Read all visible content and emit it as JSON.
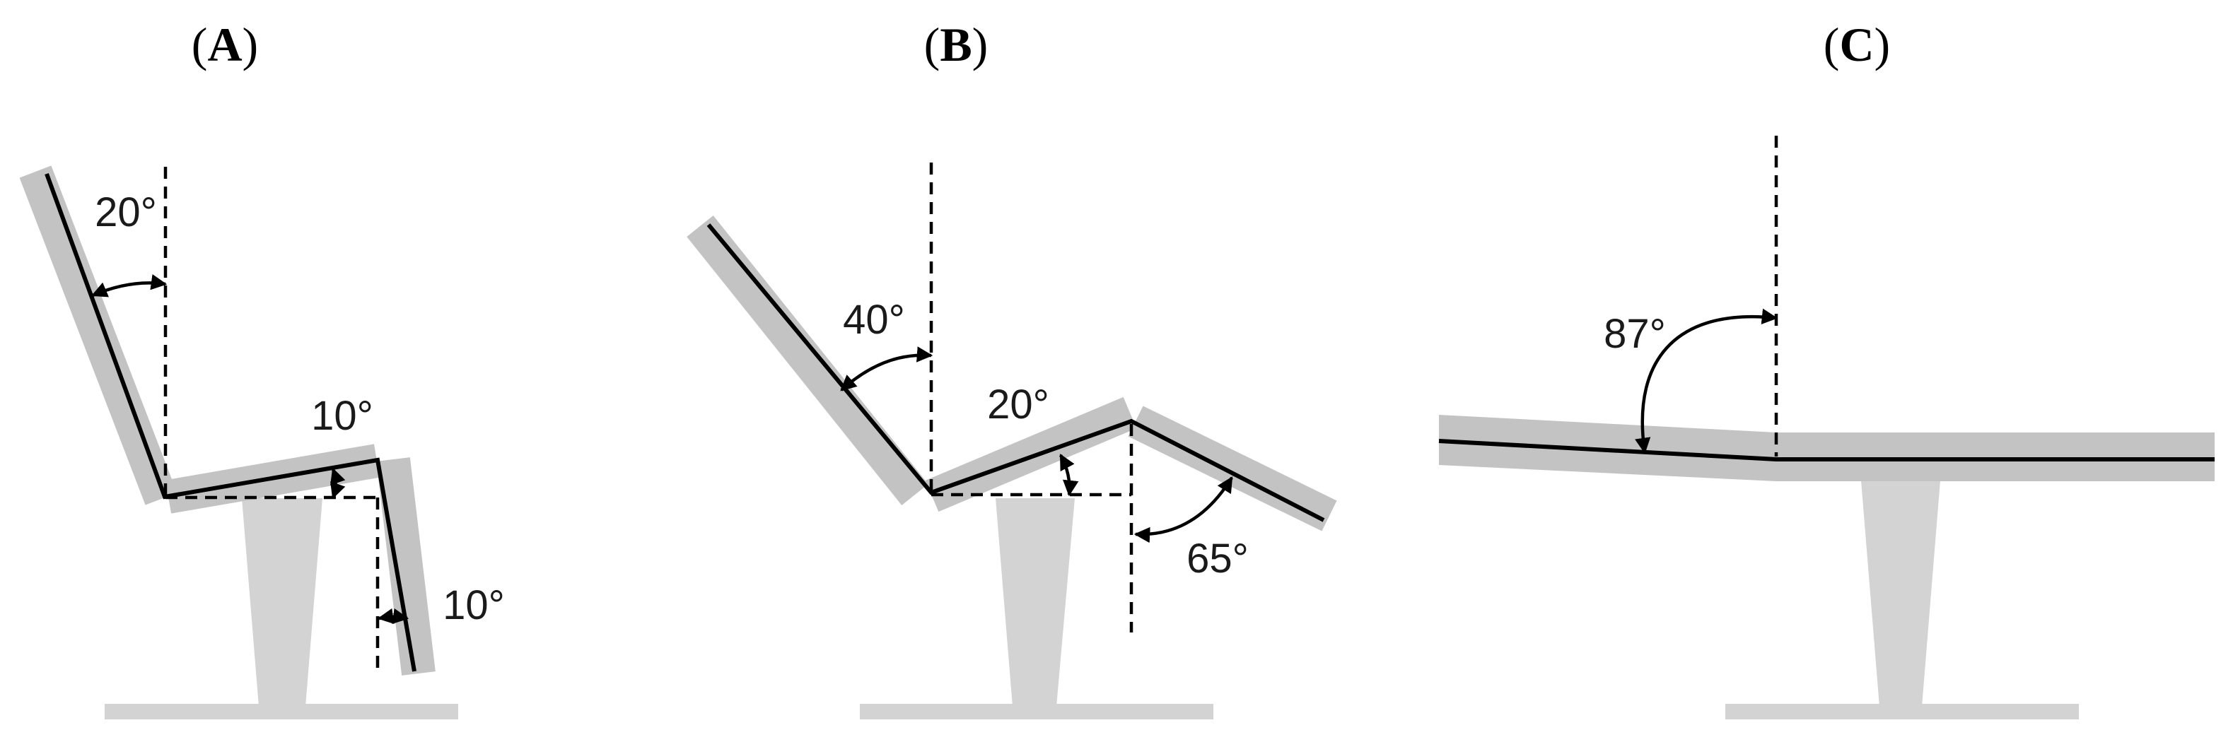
{
  "panels": [
    {
      "label": "A",
      "angles": [
        "20°",
        "10°",
        "10°"
      ]
    },
    {
      "label": "B",
      "angles": [
        "40°",
        "20°",
        "65°"
      ]
    },
    {
      "label": "C",
      "angles": [
        "87°"
      ]
    }
  ],
  "colors": {
    "pad": "#c3c3c3",
    "base": "#d3d3d3",
    "line": "#000000",
    "background": "#ffffff"
  }
}
